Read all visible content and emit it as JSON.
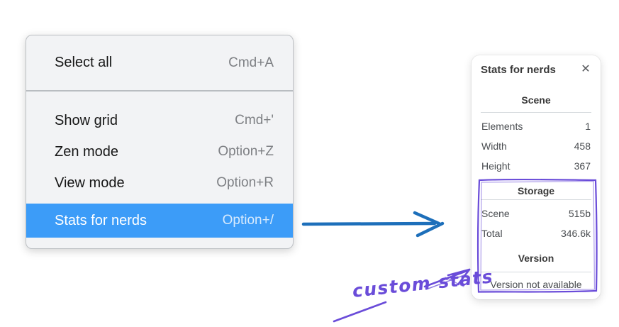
{
  "context_menu": {
    "items": [
      {
        "label": "Select all",
        "shortcut": "Cmd+A",
        "highlighted": false
      },
      {
        "label": "Show grid",
        "shortcut": "Cmd+'",
        "highlighted": false
      },
      {
        "label": "Zen mode",
        "shortcut": "Option+Z",
        "highlighted": false
      },
      {
        "label": "View mode",
        "shortcut": "Option+R",
        "highlighted": false
      },
      {
        "label": "Stats for nerds",
        "shortcut": "Option+/",
        "highlighted": true
      }
    ]
  },
  "stats_panel": {
    "title": "Stats for nerds",
    "sections": [
      {
        "heading": "Scene",
        "rows": [
          {
            "label": "Elements",
            "value": "1"
          },
          {
            "label": "Width",
            "value": "458"
          },
          {
            "label": "Height",
            "value": "367"
          }
        ]
      },
      {
        "heading": "Storage",
        "rows": [
          {
            "label": "Scene",
            "value": "515b"
          },
          {
            "label": "Total",
            "value": "346.6k"
          }
        ]
      },
      {
        "heading": "Version",
        "note": "Version not available"
      }
    ]
  },
  "annotation": {
    "label": "custom stats"
  },
  "icons": {
    "close": "✕"
  },
  "colors": {
    "menu_highlight": "#3c9cf8",
    "flow_arrow_blue": "#1d6fba",
    "annotation_purple": "#6a4cd9"
  }
}
